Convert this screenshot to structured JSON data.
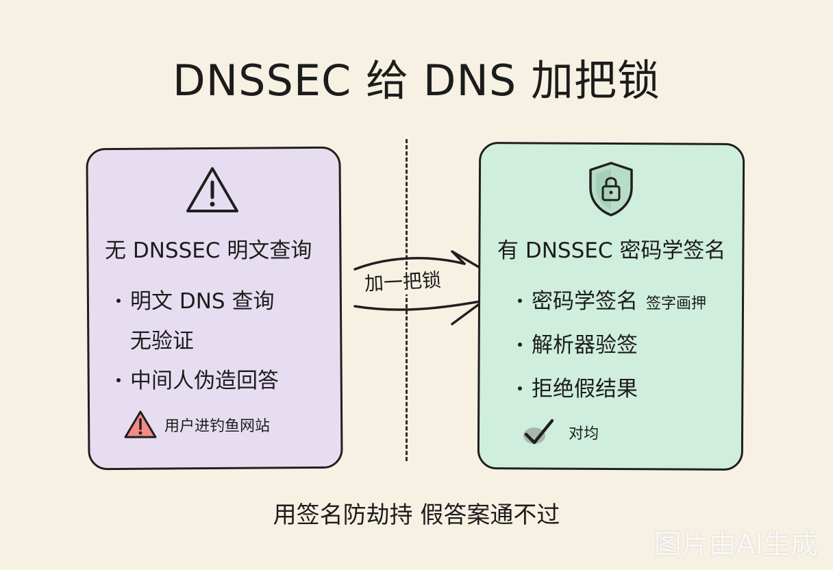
{
  "title": "DNSSEC 给 DNS 加把锁",
  "left_panel": {
    "heading": "无 DNSSEC 明文查询",
    "icon": "warning-triangle-icon",
    "bullet1": "明文 DNS  查询",
    "bullet1_sub": "无验证",
    "bullet2": "中间人伪造回答",
    "warning_label": "用户进钓鱼网站",
    "warning_icon": "warning-red-icon",
    "background_color": "#e7ddf0",
    "warning_color": "#f28b86"
  },
  "arrow": {
    "label": "加一把锁"
  },
  "right_panel": {
    "heading": "有 DNSSEC 密码学签名",
    "icon": "shield-lock-icon",
    "bullet1": "密码学签名",
    "bullet1_side": "签字画押",
    "bullet2": "解析器验签",
    "bullet3": "拒绝假结果",
    "check_label": "对均",
    "check_icon": "checkmark-icon",
    "background_color": "#cfeedd"
  },
  "footer": "用签名防劫持  假答案通不过",
  "watermark": "图片由AI生成"
}
